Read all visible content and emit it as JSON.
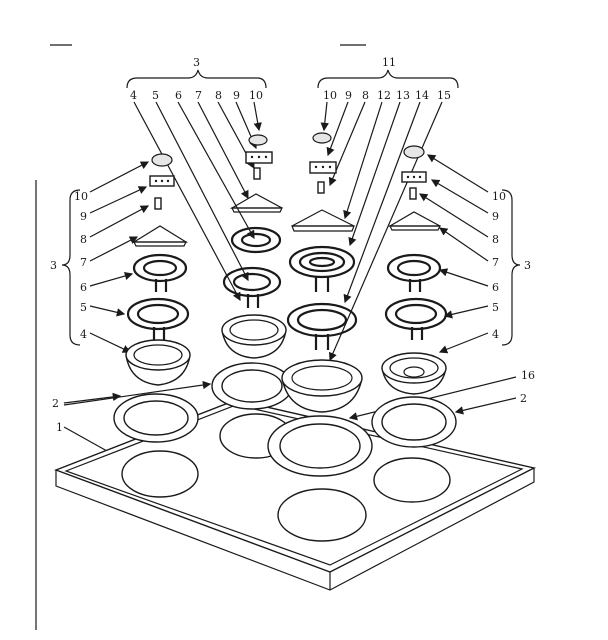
{
  "colors": {
    "ink": "#1a1a1a",
    "paper": "#ffffff",
    "shade": "#e6e6e6"
  },
  "labels": {
    "group_top_left": "3",
    "group_top_right": "11",
    "group_left": "3",
    "group_right": "3",
    "top_left_row": [
      "4",
      "5",
      "6",
      "7",
      "8",
      "9",
      "10"
    ],
    "top_right_row": [
      "10",
      "9",
      "8",
      "12",
      "13",
      "14",
      "15"
    ],
    "left_col": [
      "10",
      "9",
      "8",
      "7",
      "6",
      "5",
      "4"
    ],
    "right_col": [
      "10",
      "9",
      "8",
      "7",
      "6",
      "5",
      "4"
    ],
    "trim_ring_left": "2",
    "trim_ring_right": "2",
    "cooktop": "1",
    "large_pan": "16"
  }
}
